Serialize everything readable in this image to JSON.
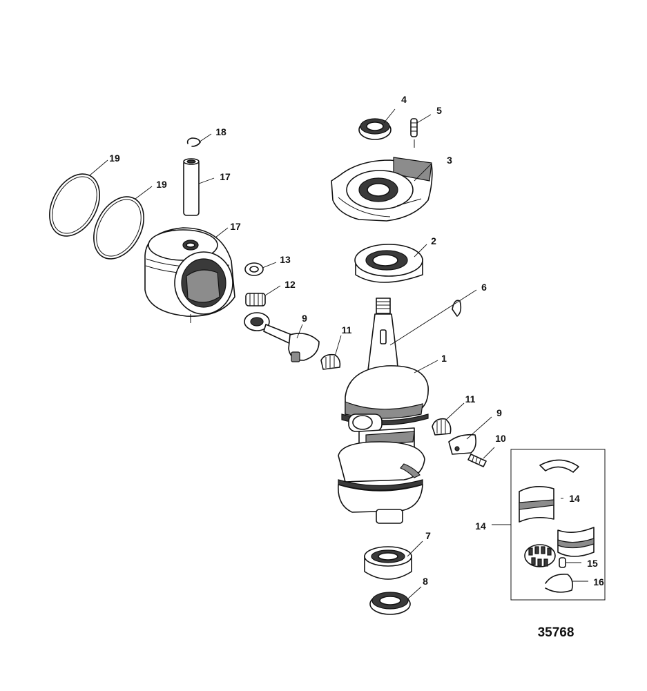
{
  "figure_number": "35768",
  "callouts": {
    "c1": "1",
    "c2": "2",
    "c3": "3",
    "c4": "4",
    "c5": "5",
    "c6": "6",
    "c7": "7",
    "c8": "8",
    "c9a": "9",
    "c9b": "9",
    "c10": "10",
    "c11a": "11",
    "c11b": "11",
    "c12": "12",
    "c13": "13",
    "c14a": "14",
    "c14b": "14",
    "c15": "15",
    "c16": "16",
    "c17a": "17",
    "c17b": "17",
    "c18": "18",
    "c19a": "19",
    "c19b": "19"
  }
}
